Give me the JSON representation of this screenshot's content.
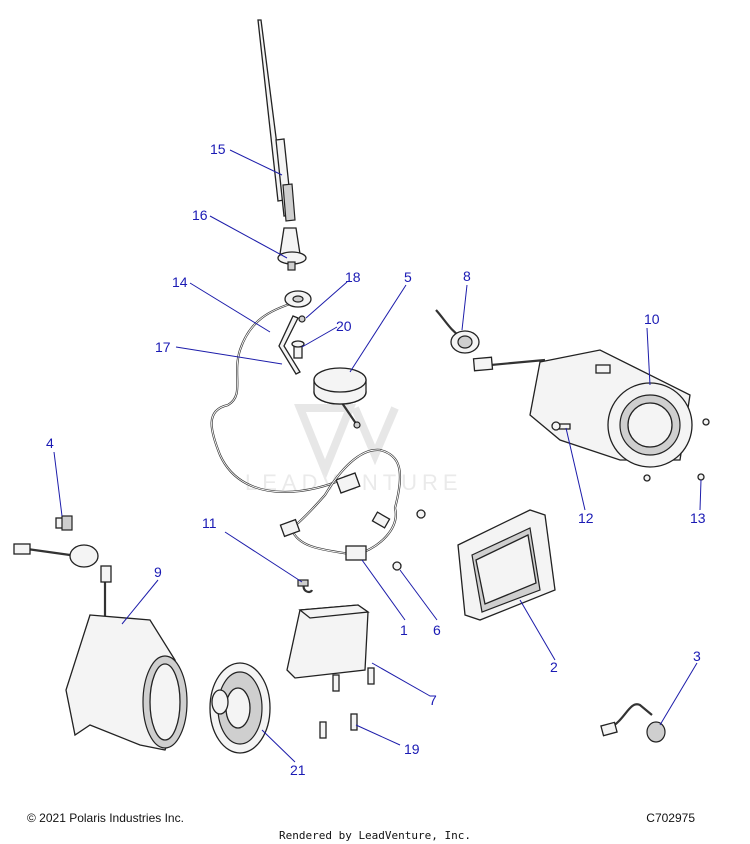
{
  "watermark": "LEADVENTURE",
  "footer": {
    "copyright": "© 2021 Polaris Industries Inc.",
    "diagram_id": "C702975",
    "rendered_by": "Rendered by LeadVenture, Inc."
  },
  "callouts": {
    "c1": "1",
    "c2": "2",
    "c3": "3",
    "c4": "4",
    "c5": "5",
    "c6": "6",
    "c7": "7",
    "c8": "8",
    "c9": "9",
    "c10": "10",
    "c11": "11",
    "c12": "12",
    "c13": "13",
    "c14": "14",
    "c15": "15",
    "c16": "16",
    "c17": "17",
    "c18": "18",
    "c19": "19",
    "c20": "20",
    "c21": "21"
  }
}
